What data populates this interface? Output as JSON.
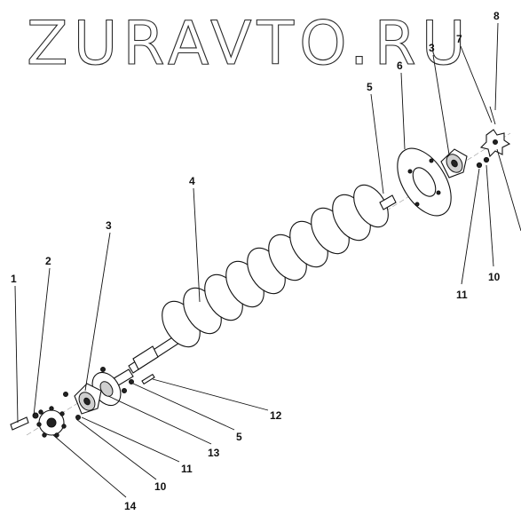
{
  "watermark": "ZURAVTO.RU",
  "callouts": {
    "c1": "1",
    "c2": "2",
    "c3a": "3",
    "c4": "4",
    "c5a": "5",
    "c6": "6",
    "c3b": "3",
    "c7": "7",
    "c8": "8",
    "c11a": "11",
    "c10a": "10",
    "c12": "12",
    "c5b": "5",
    "c13": "13",
    "c11b": "11",
    "c10b": "10",
    "c14": "14"
  }
}
